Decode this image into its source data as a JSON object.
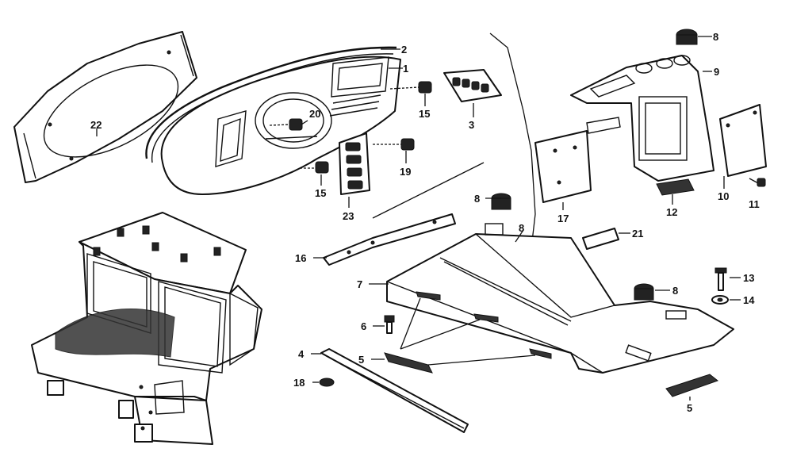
{
  "diagram": {
    "callouts": [
      {
        "id": "c1",
        "label": "1"
      },
      {
        "id": "c2",
        "label": "2"
      },
      {
        "id": "c3",
        "label": "3"
      },
      {
        "id": "c4",
        "label": "4"
      },
      {
        "id": "c5a",
        "label": "5"
      },
      {
        "id": "c5b",
        "label": "5"
      },
      {
        "id": "c6",
        "label": "6"
      },
      {
        "id": "c7",
        "label": "7"
      },
      {
        "id": "c8a",
        "label": "8"
      },
      {
        "id": "c8b",
        "label": "8"
      },
      {
        "id": "c8c",
        "label": "8"
      },
      {
        "id": "c8d",
        "label": "8"
      },
      {
        "id": "c9",
        "label": "9"
      },
      {
        "id": "c10",
        "label": "10"
      },
      {
        "id": "c11",
        "label": "11"
      },
      {
        "id": "c12",
        "label": "12"
      },
      {
        "id": "c13",
        "label": "13"
      },
      {
        "id": "c14",
        "label": "14"
      },
      {
        "id": "c15a",
        "label": "15"
      },
      {
        "id": "c15b",
        "label": "15"
      },
      {
        "id": "c16",
        "label": "16"
      },
      {
        "id": "c17",
        "label": "17"
      },
      {
        "id": "c18",
        "label": "18"
      },
      {
        "id": "c19",
        "label": "19"
      },
      {
        "id": "c20",
        "label": "20"
      },
      {
        "id": "c21",
        "label": "21"
      },
      {
        "id": "c22",
        "label": "22"
      },
      {
        "id": "c23",
        "label": "23"
      }
    ]
  }
}
